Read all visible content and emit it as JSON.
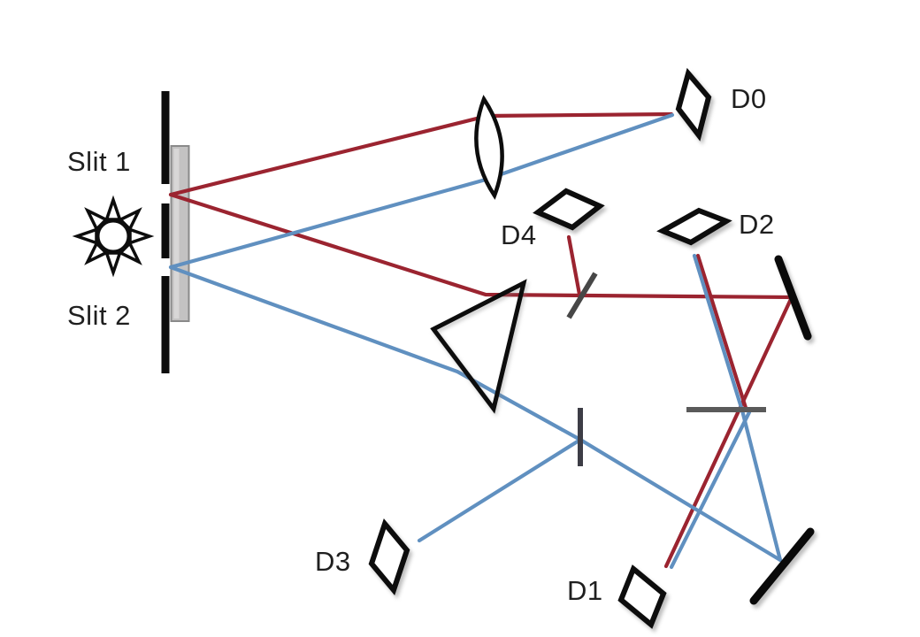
{
  "diagram": {
    "labels": {
      "slit1": "Slit 1",
      "slit2": "Slit 2",
      "d0": "D0",
      "d1": "D1",
      "d2": "D2",
      "d3": "D3",
      "d4": "D4"
    },
    "colors": {
      "beam_red": "#9B2430",
      "beam_blue": "#6090C0",
      "optics_black": "#0d0d0d",
      "splitter_gray": "#4d4d4d",
      "crystal_gray": "#c3c2c2",
      "crystal_border": "#8a8a8a",
      "background": "#ffffff"
    },
    "icons": {
      "light_source": "sun-icon",
      "detectors": "diamond-icon",
      "mirrors": "mirror-bar-icon",
      "beam_splitters": "splitter-bar-icon"
    }
  }
}
